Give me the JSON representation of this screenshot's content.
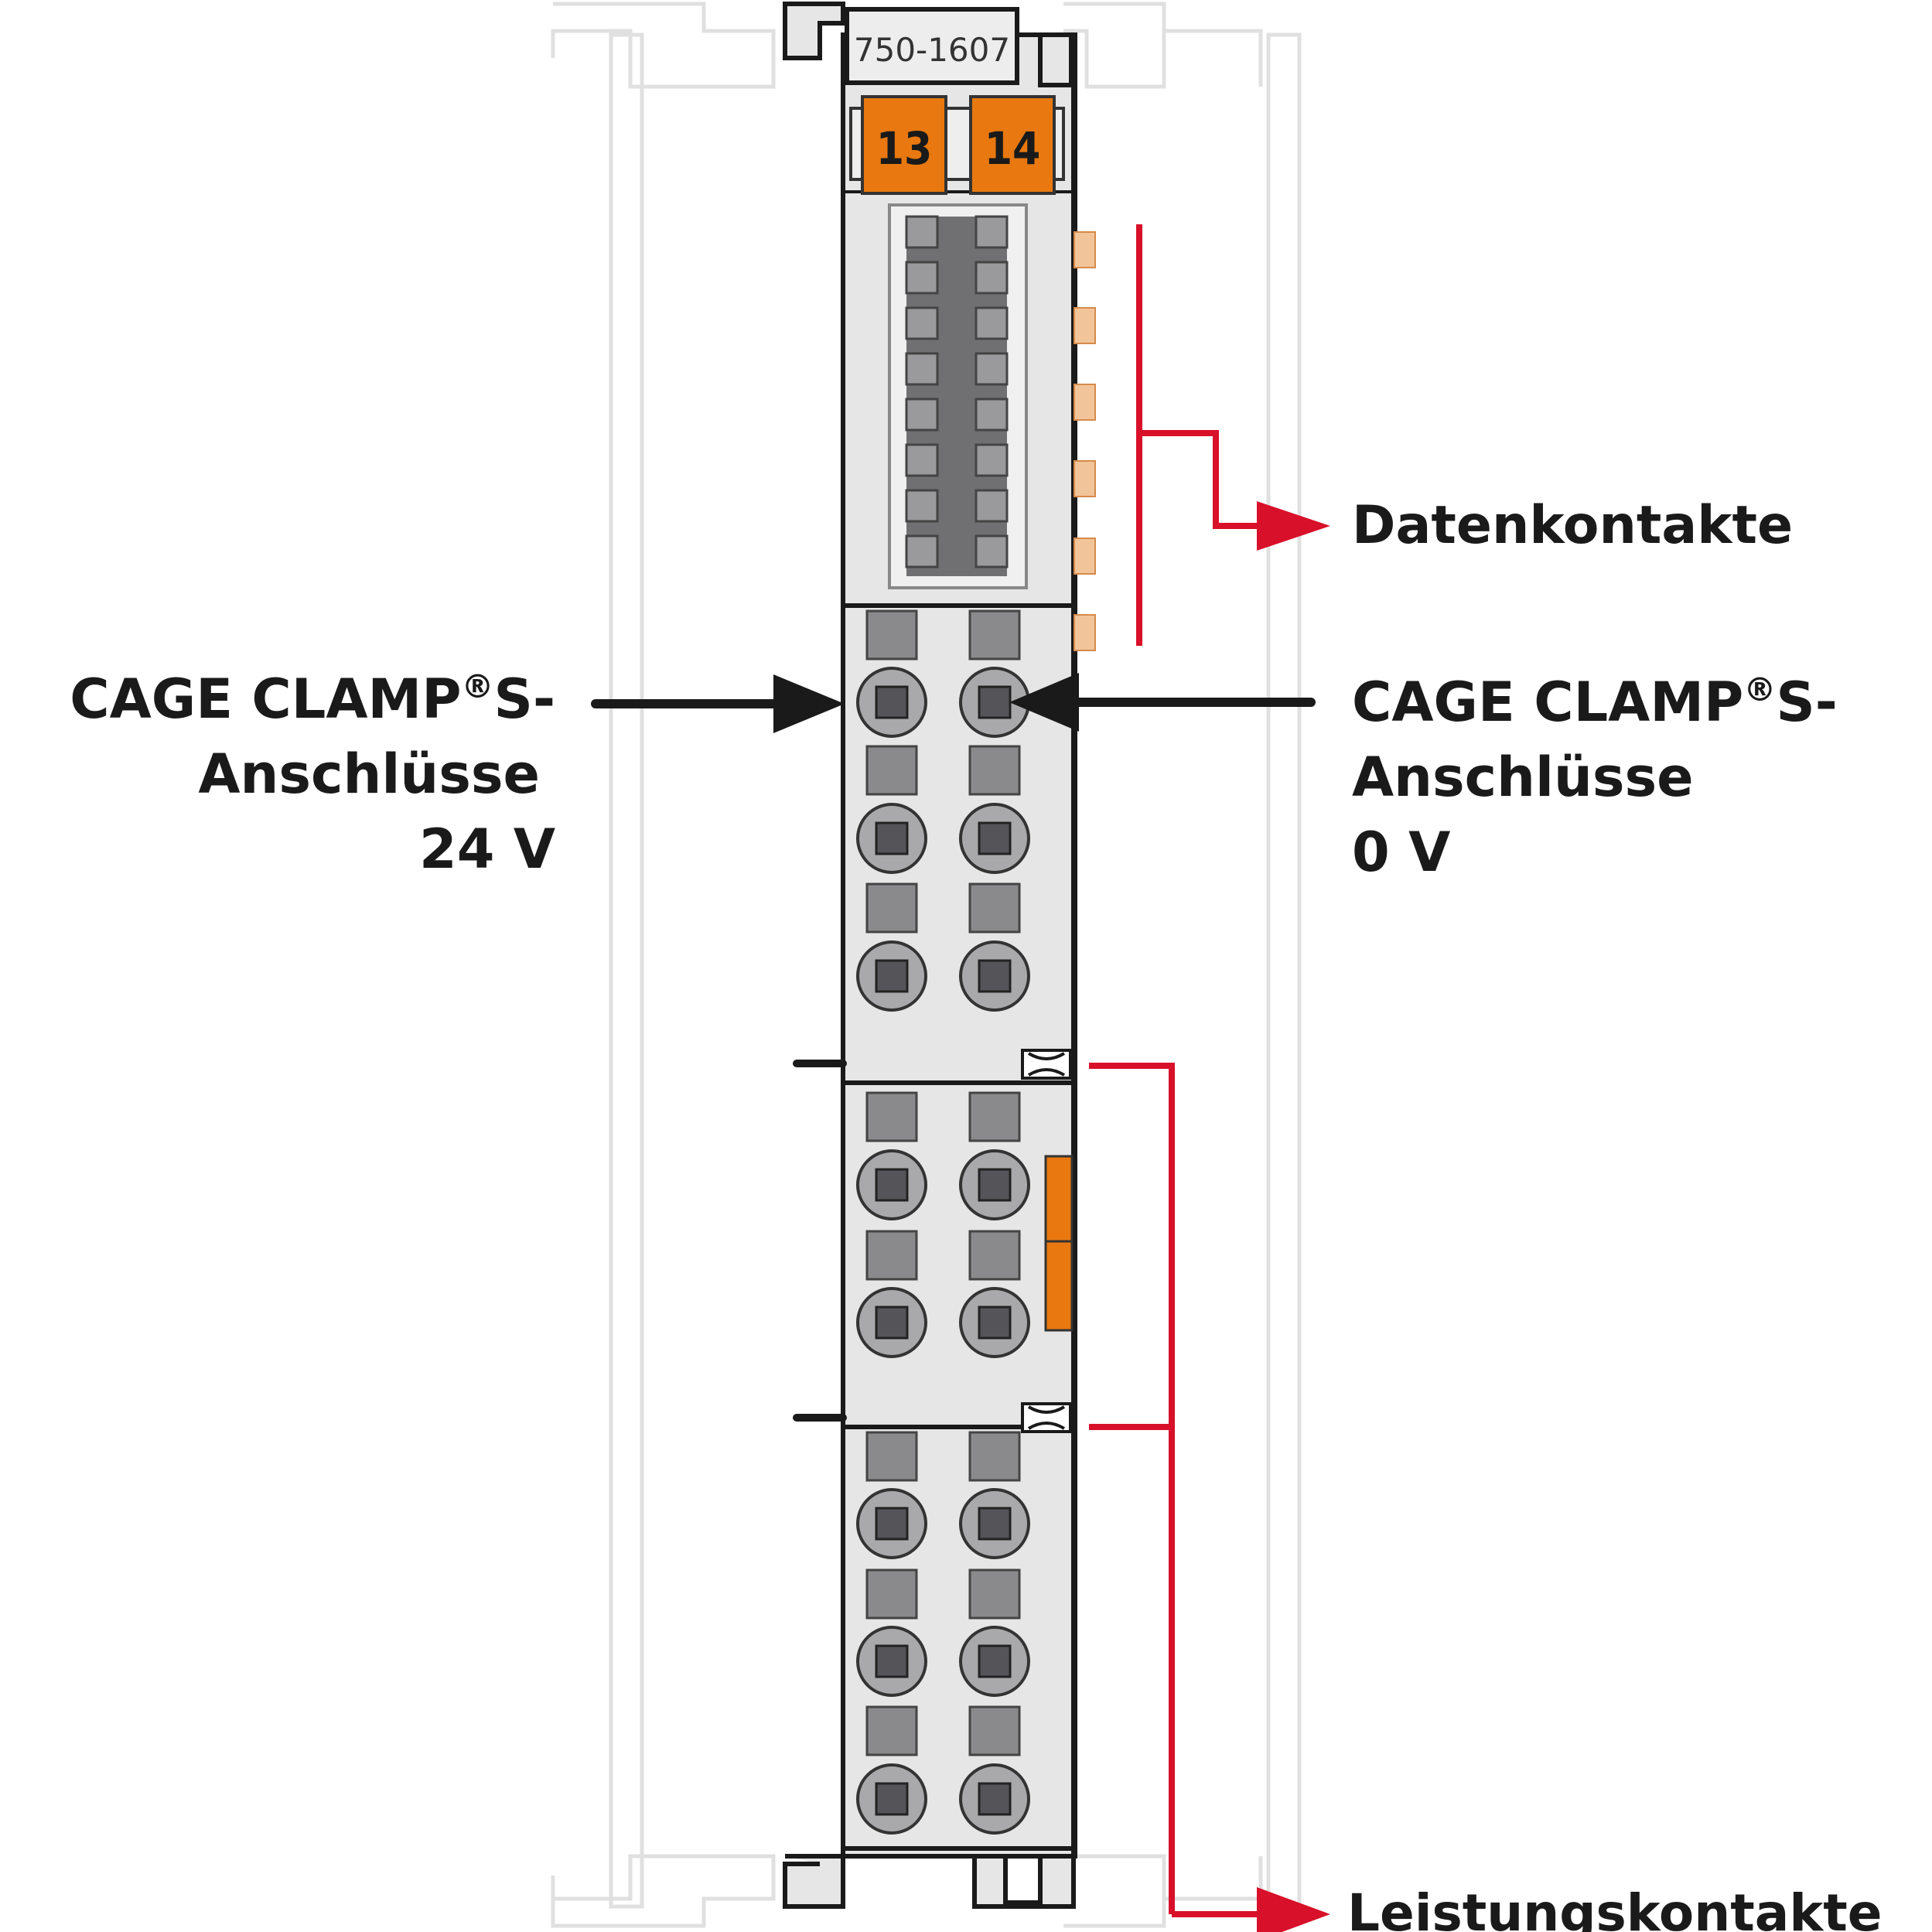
{
  "module": {
    "part_number": "750-1607",
    "led_left": "13",
    "led_right": "14"
  },
  "labels": {
    "data_contacts": "Datenkontakte",
    "power_contacts": "Leistungskontakte",
    "left_line1": "CAGE CLAMP",
    "left_line1_suffix": "S-",
    "left_line2": "Anschlüsse",
    "left_line3": "24 V",
    "right_line1": "CAGE CLAMP",
    "right_line1_suffix": "S-",
    "right_line2": "Anschlüsse",
    "right_line3": "0 V",
    "registered_mark": "®"
  },
  "colors": {
    "accent_orange": "#e8780f",
    "contact_orange": "#f2c49a",
    "red_line": "#d8102a",
    "housing": "#e6e6e6",
    "outline": "#1a1a1a",
    "terminal_dark": "#555559",
    "terminal_grey": "#8a8a8c"
  }
}
